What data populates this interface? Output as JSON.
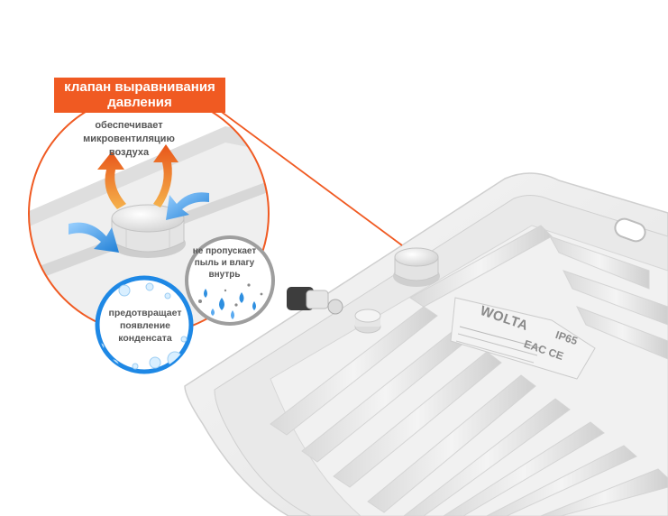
{
  "callouts": {
    "title_line1": "клапан выравнивания",
    "title_line2": "давления",
    "air_flow": "обеспечивает\nмикровентиляцию\nвоздуха",
    "dust_protection": "не пропускает\nпыль и влагу\nвнутрь",
    "condensation": "предотвращает\nпоявление\nконденсата"
  },
  "product_label": {
    "brand": "WOLTA",
    "ip_rating": "IP65",
    "certification": "EAC CE"
  },
  "colors": {
    "accent_orange": "#f05a22",
    "blue_ring": "#1e88e5",
    "grey_ring": "#9e9e9e",
    "arrow_blue": "#2e8fe0",
    "arrow_orange": "#f07020",
    "housing": "#eeeeee"
  },
  "icons": {
    "up_arrows": "arrow-up-icon",
    "in_arrows": "arrow-in-icon",
    "droplets": "water-drop-icon",
    "bubbles": "bubble-icon"
  }
}
